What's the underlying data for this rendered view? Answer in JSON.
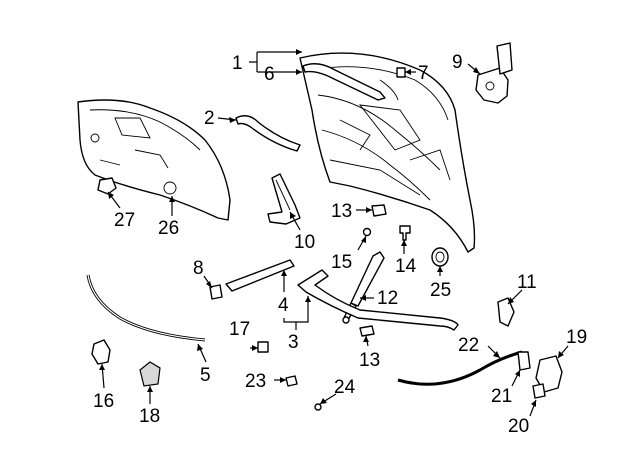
{
  "callouts": {
    "c1": "1",
    "c2": "2",
    "c3": "3",
    "c4": "4",
    "c5": "5",
    "c6": "6",
    "c7": "7",
    "c8": "8",
    "c9": "9",
    "c10": "10",
    "c11": "11",
    "c12": "12",
    "c13a": "13",
    "c13b": "13",
    "c14": "14",
    "c15": "15",
    "c16": "16",
    "c17": "17",
    "c18": "18",
    "c19": "19",
    "c20": "20",
    "c21": "21",
    "c22": "22",
    "c23": "23",
    "c24": "24",
    "c25": "25",
    "c26": "26",
    "c27": "27"
  },
  "colors": {
    "line": "#000000",
    "background": "#ffffff",
    "fill_gray": "#d7d7d7"
  }
}
